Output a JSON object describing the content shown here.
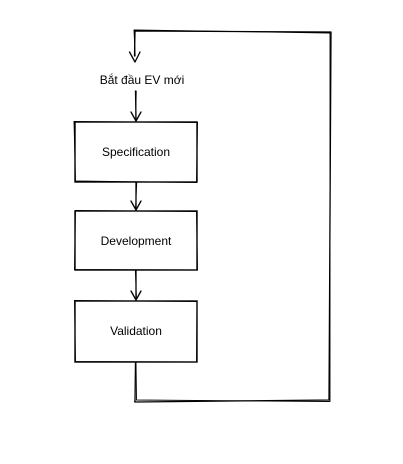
{
  "diagram": {
    "start_label": "Bắt đầu EV mới",
    "steps": [
      {
        "label": "Specification"
      },
      {
        "label": "Development"
      },
      {
        "label": "Validation"
      }
    ],
    "stroke_color": "#000000",
    "fill_color": "#ffffff",
    "text_color": "#000000"
  }
}
